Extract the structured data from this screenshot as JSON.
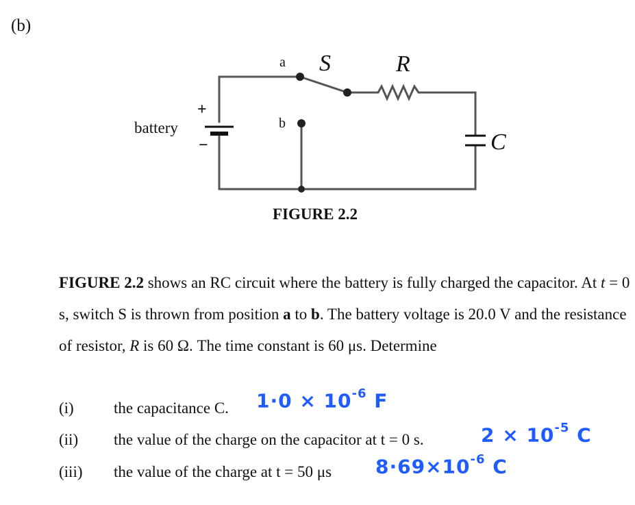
{
  "part_label": "(b)",
  "circuit": {
    "battery_label": "battery",
    "battery_plus": "+",
    "battery_minus": "−",
    "node_a": "a",
    "node_b": "b",
    "switch_label": "S",
    "resistor_label": "R",
    "capacitor_label": "C"
  },
  "figure_caption": "FIGURE 2.2",
  "paragraph": {
    "ref": "FIGURE 2.2",
    "t1": " shows an RC circuit where the battery is fully charged the capacitor. At ",
    "t_var": "t",
    "t2": " = 0 s, switch S is thrown from position ",
    "pos_a": "a",
    "t3": " to ",
    "pos_b": "b",
    "t4": ". The battery voltage is 20.0 V and the resistance of resistor, ",
    "r_var": "R",
    "t5": " is 60 Ω. The time constant is 60 μs. Determine"
  },
  "questions": [
    {
      "num": "(i)",
      "text": "the capacitance C.",
      "answer_main": "1·0 × 10",
      "answer_exp": "-6",
      "answer_unit": "F"
    },
    {
      "num": "(ii)",
      "text": "the value of the charge on the capacitor at t = 0 s.",
      "answer_main": "2 × 10",
      "answer_exp": "-5",
      "answer_unit": "C"
    },
    {
      "num": "(iii)",
      "text": "the value of the charge at t = 50 μs",
      "answer_main": "8·69×10",
      "answer_exp": "-6",
      "answer_unit": "C"
    }
  ],
  "colors": {
    "text": "#111111",
    "wire": "#555555",
    "node": "#222222",
    "handwriting": "#1f5cff"
  }
}
